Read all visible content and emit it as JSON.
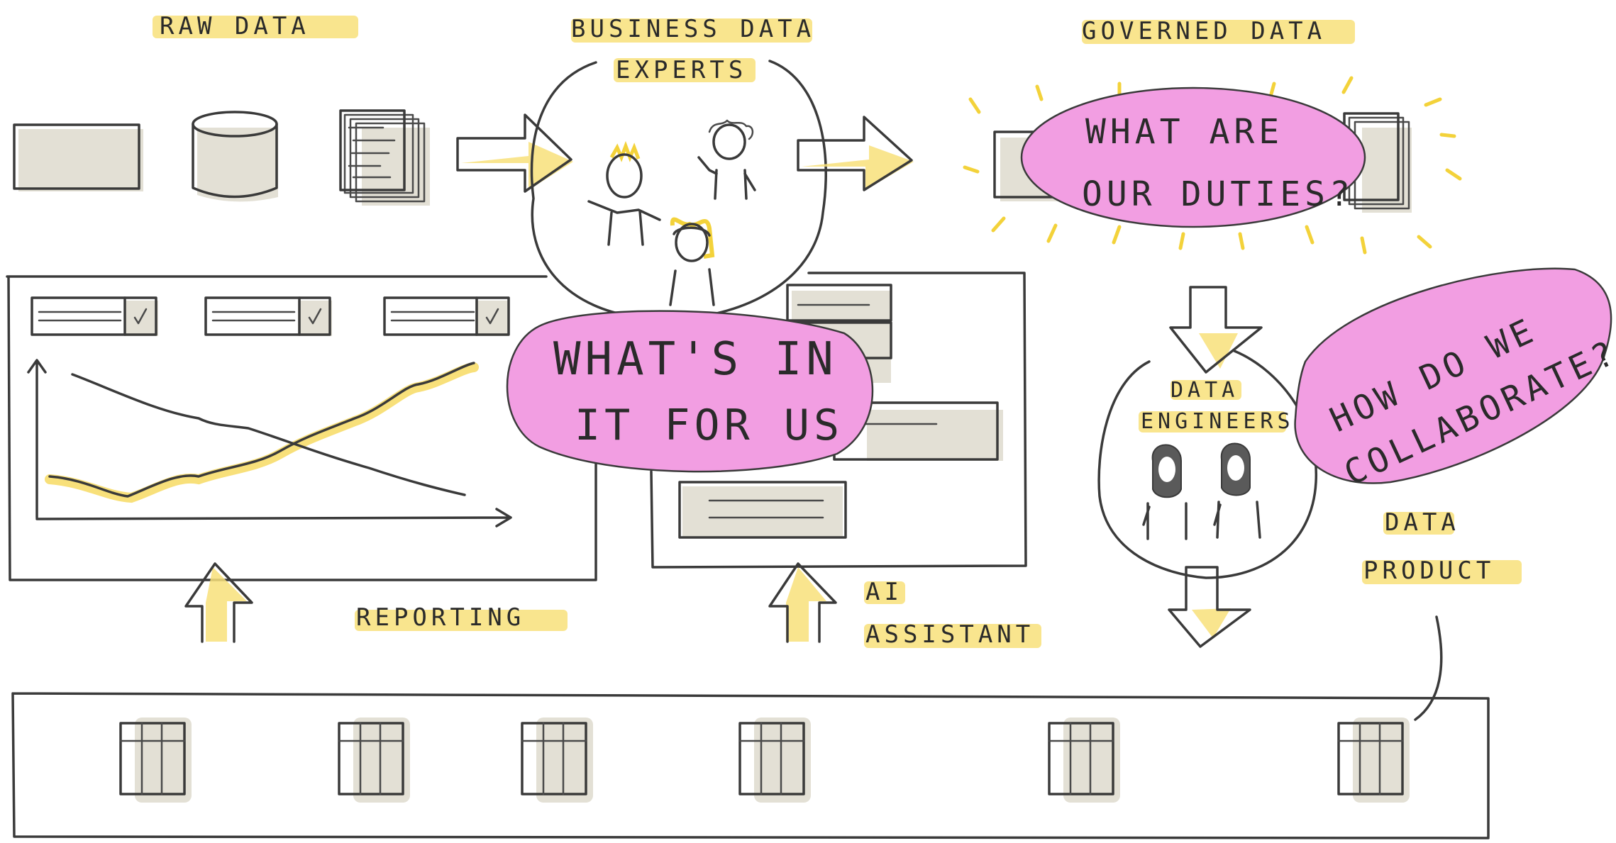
{
  "labels": {
    "raw_data": "RAW DATA",
    "business_data_experts_line1": "BUSINESS DATA",
    "business_data_experts_line2": "EXPERTS",
    "governed_data": "GOVERNED DATA",
    "reporting": "REPORTING",
    "ai_assistant_line1": "AI",
    "ai_assistant_line2": "ASSISTANT",
    "data_engineers_line1": "DATA",
    "data_engineers_line2": "ENGINEERS",
    "data_product_line1": "DATA",
    "data_product_line2": "PRODUCT"
  },
  "bubbles": {
    "whats_in_it_line1": "WHAT'S IN",
    "whats_in_it_line2": "IT FOR US",
    "duties_line1": "WHAT ARE",
    "duties_line2": "OUR DUTIES?",
    "collaborate_line1": "HOW DO WE",
    "collaborate_line2": "COLLABORATE?"
  },
  "colors": {
    "highlight": "#f8e07a",
    "bubble": "#f29ee2",
    "ink": "#3a3a3a",
    "shade": "#e3e0d5",
    "burst": "#f3d23a"
  }
}
